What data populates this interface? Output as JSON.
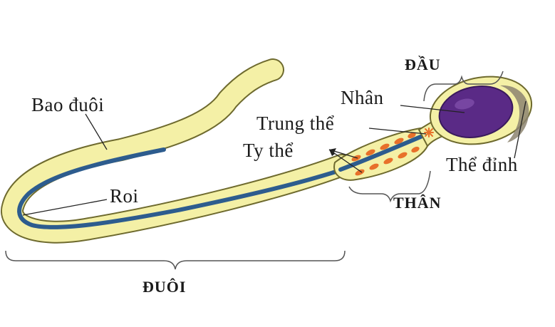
{
  "labels": {
    "bao_duoi": "Bao đuôi",
    "roi": "Roi",
    "trung_the": "Trung thể",
    "ty_the": "Ty thể",
    "nhan": "Nhân",
    "the_dinh": "Thể đỉnh",
    "dau": "ĐẦU",
    "than": "THÂN",
    "duoi": "ĐUÔI"
  },
  "colors": {
    "sheath": "#f4f0a6",
    "outline": "#6e6a2e",
    "flagellum": "#2d5c8e",
    "nucleus": "#5a2a86",
    "mitochondria": "#e8702a",
    "acrosome": "#8c8470",
    "leader": "#222222",
    "text": "#1a1a1a"
  }
}
